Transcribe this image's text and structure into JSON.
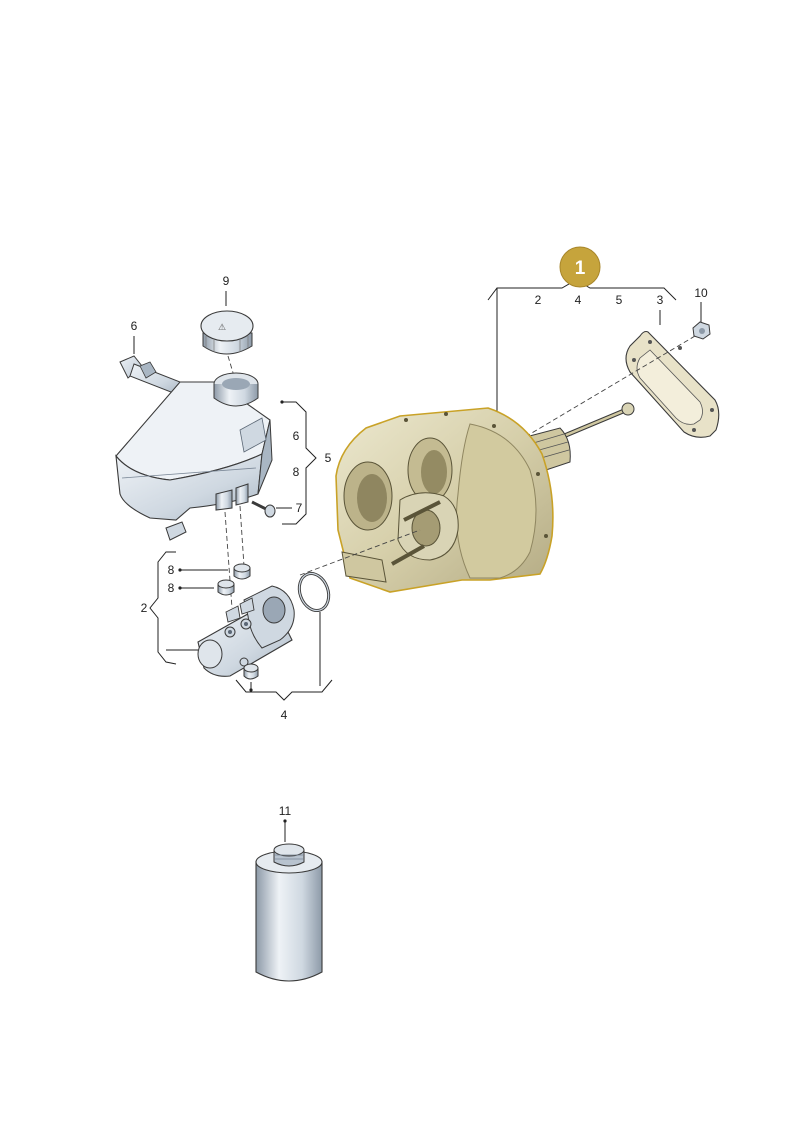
{
  "highlight": {
    "number": "1",
    "fill": "#c6a43c",
    "text_color": "#ffffff",
    "part_fill": "#d9d4b5"
  },
  "callouts": {
    "group1_2": "2",
    "group1_4": "4",
    "group1_5": "5",
    "group1_3": "3",
    "n10": "10",
    "n9": "9",
    "n6_top": "6",
    "n6_side": "6",
    "n8_side": "8",
    "n5": "5",
    "n7": "7",
    "n8_a": "8",
    "n8_b": "8",
    "n2": "2",
    "n4": "4",
    "n11": "11"
  },
  "colors": {
    "part_fill": "#d6dee7",
    "part_shade": "#aebbc8",
    "line": "#222222"
  }
}
